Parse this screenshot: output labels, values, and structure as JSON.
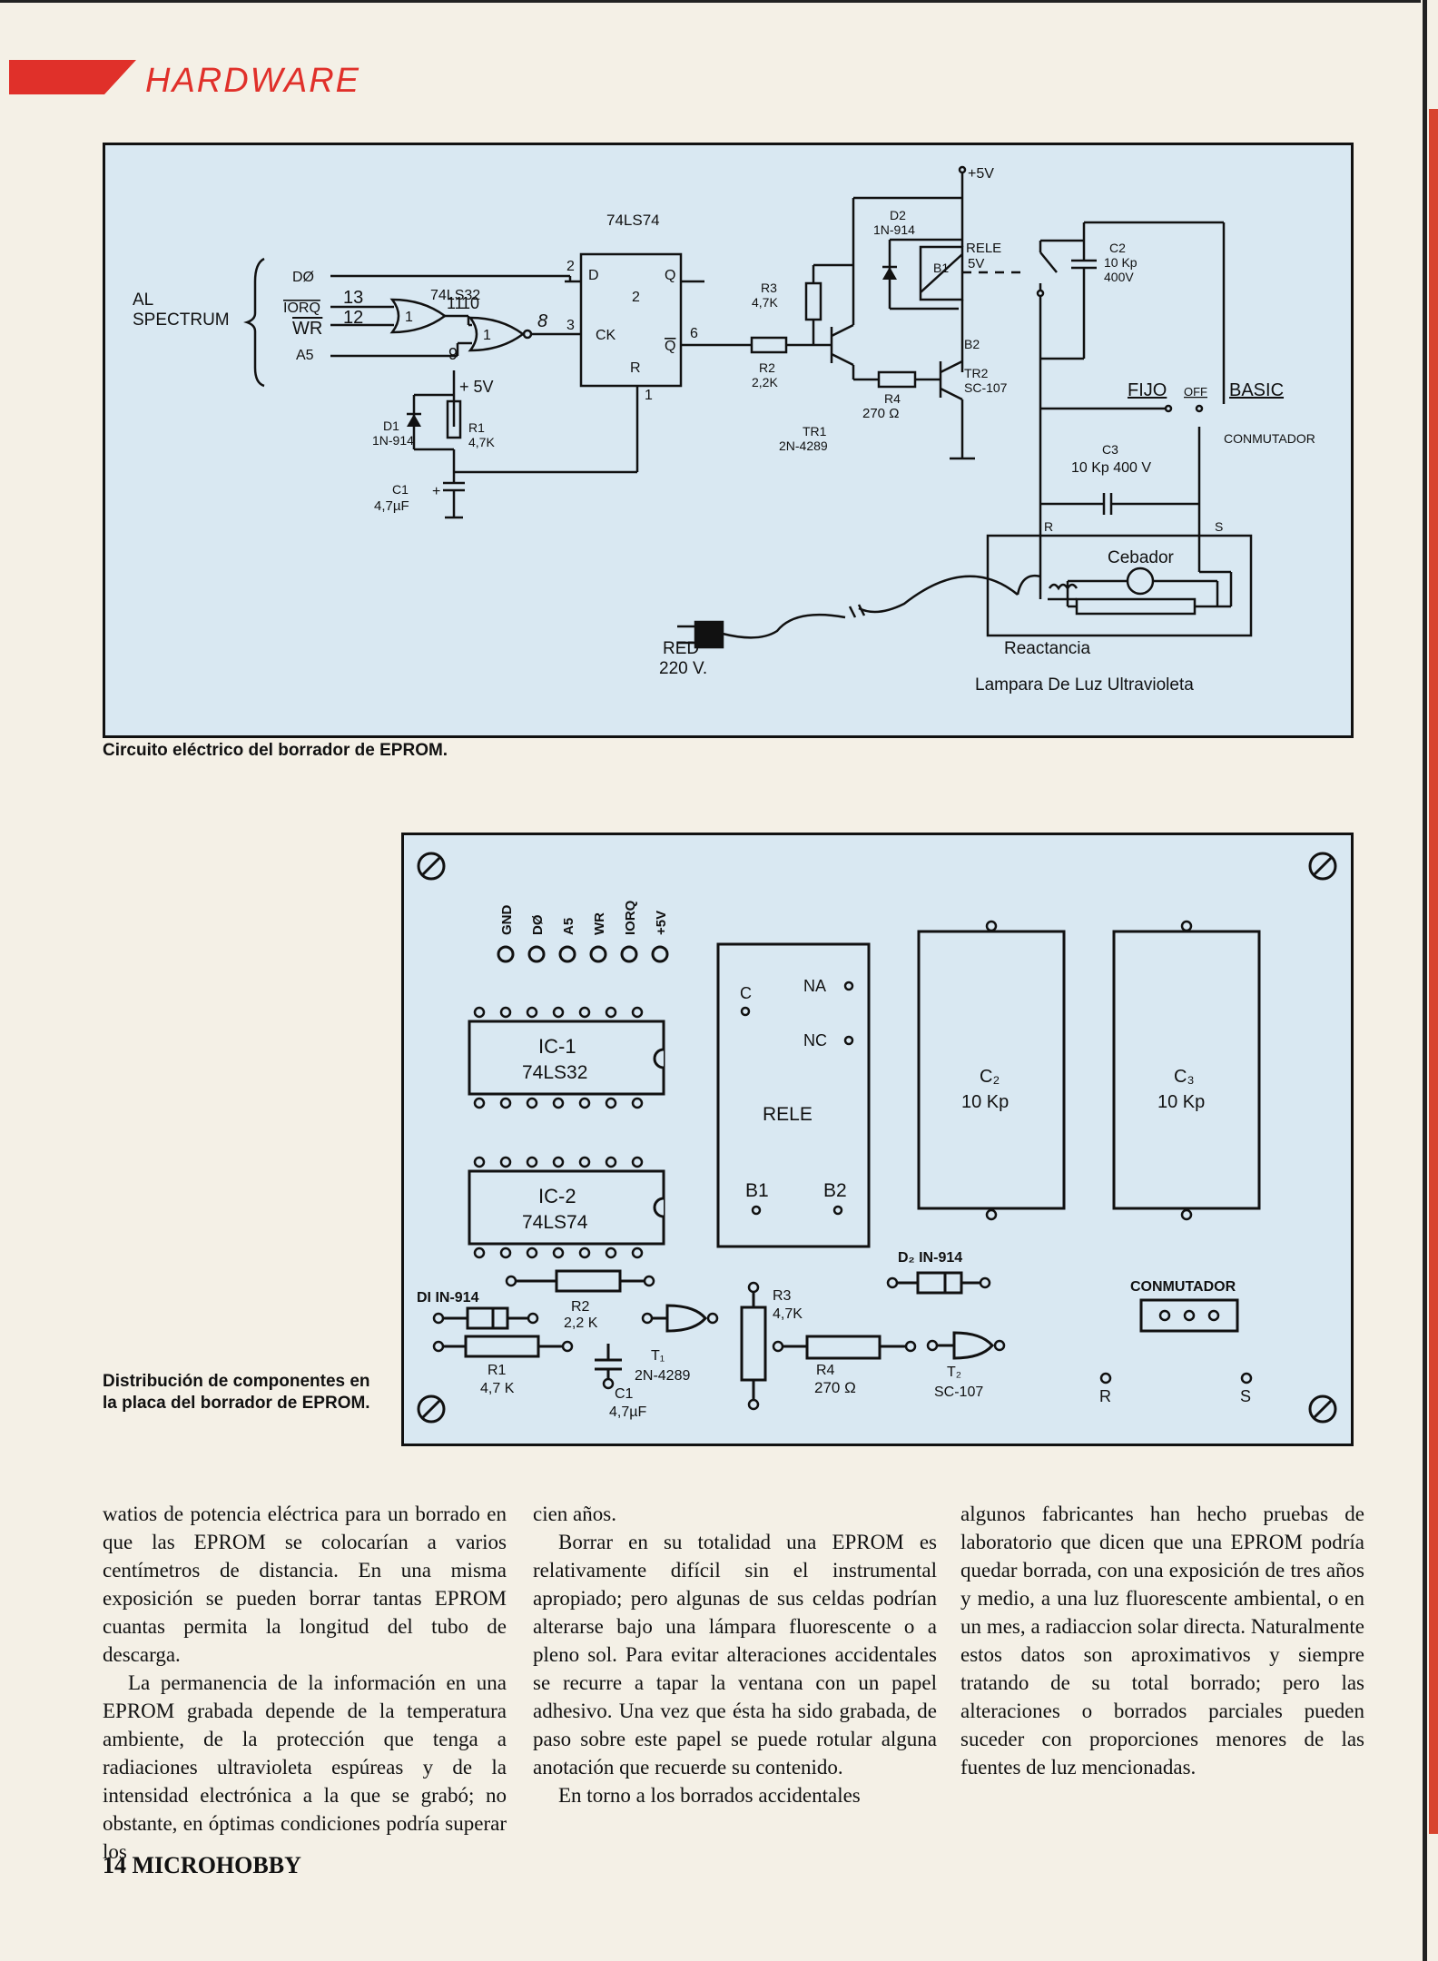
{
  "section_label": "HARDWARE",
  "figure1": {
    "caption": "Circuito eléctrico del borrador de EPROM.",
    "labels": {
      "al": "AL",
      "spectrum": "SPECTRUM",
      "d0": "DØ",
      "iorq": "IORQ",
      "wr": "WR",
      "a5": "A5",
      "pin13": "13",
      "pin12": "12",
      "pin11": "11",
      "pin10": "10",
      "pin9": "9",
      "pin8": "8",
      "gate1": "1",
      "gate2": "1",
      "chip_74ls32": "74LS32",
      "chip_74ls74": "74LS74",
      "ff_d": "D",
      "ff_q": "Q",
      "ff_qn": "Q",
      "ff_ck": "CK",
      "ff_r": "R",
      "ff_2in": "2",
      "ff_2": "2",
      "ff_3": "3",
      "ff_6": "6",
      "ff_1": "1",
      "plus5v_a": "+ 5V",
      "d1": "D1",
      "d1_val": "1N-914",
      "r1": "R1",
      "r1_val": "4,7K",
      "c1": "C1",
      "c1_val": "4,7µF",
      "plus_sign": "+",
      "r3": "R3",
      "r3_val": "4,7K",
      "r2": "R2",
      "r2_val": "2,2K",
      "tr1": "TR1",
      "tr1_val": "2N-4289",
      "r4": "R4",
      "r4_val": "270 Ω",
      "plus5v_b": "+5V",
      "d2": "D2",
      "d2_val": "1N-914",
      "rele": "RELE",
      "rele_v": "5V",
      "b1": "B1",
      "b2": "B2",
      "tr2": "TR2",
      "tr2_val": "SC-107",
      "c2": "C2",
      "c2_val": "10 Kp",
      "c2_v": "400V",
      "fijo": "FIJO",
      "off": "OFF",
      "basic": "BASIC",
      "conmutador": "CONMUTADOR",
      "c3": "C3",
      "c3_val": "10 Kp 400 V",
      "r_term": "R",
      "s_term": "S",
      "cebador": "Cebador",
      "reactancia": "Reactancia",
      "lampara": "Lampara De Luz Ultravioleta",
      "red": "RED",
      "red_v": "220 V."
    }
  },
  "figure2": {
    "caption": "Distribución de componentes en la placa del borrador de EPROM.",
    "labels": {
      "gnd": "GND",
      "d0": "DØ",
      "a5": "A5",
      "wr": "WR",
      "iorq": "IORQ",
      "plus5v": "+5V",
      "ic1": "IC-1",
      "ic1_val": "74LS32",
      "ic2": "IC-2",
      "ic2_val": "74LS74",
      "rele": "RELE",
      "c": "C",
      "na": "NA",
      "nc": "NC",
      "b1": "B1",
      "b2": "B2",
      "c2": "C₂",
      "c2_val": "10 Kp",
      "c3": "C₃",
      "c3_val": "10 Kp",
      "d1": "DI IN-914",
      "r2": "R2",
      "r2_val": "2,2 K",
      "r1": "R1",
      "r1_val": "4,7 K",
      "t1": "T₁",
      "t1_val": "2N-4289",
      "c1": "C1",
      "c1_val": "4,7µF",
      "r3": "R3",
      "r3_val": "4,7K",
      "r4": "R4",
      "r4_val": "270 Ω",
      "d2": "D₂ IN-914",
      "t2": "T₂",
      "t2_val": "SC-107",
      "conmutador": "CONMUTADOR",
      "r": "R",
      "s": "S"
    }
  },
  "columns": [
    [
      "watios de potencia eléctrica para un borrado en que las EPROM se colocarían a varios centímetros de distancia. En una misma exposición se pueden borrar tantas EPROM cuantas permita la longitud del tubo de descarga.",
      "La permanencia de la información en una EPROM grabada depende de la temperatura ambiente, de la protección que tenga a radiaciones ultravioleta espúreas y de la intensidad electrónica a la que se grabó; no obstante, en óptimas condiciones podría superar los"
    ],
    [
      "cien años.",
      "Borrar en su totalidad una EPROM es relativamente difícil sin el instrumental apropiado; pero algunas de sus celdas podrían alterarse bajo una lámpara fluorescente o a pleno sol. Para evitar alteraciones accidentales se recurre a tapar la ventana con un papel adhesivo. Una vez que ésta ha sido grabada, de paso sobre este papel se puede rotular alguna anotación que recuerde su contenido.",
      "En torno a los borrados accidentales"
    ],
    [
      "algunos fabricantes han hecho pruebas de laboratorio que dicen que una EPROM podría quedar borrada, con una exposición de tres años y medio, a una luz fluorescente ambiental, o en un mes, a radiaccion solar directa. Naturalmente estos datos son aproximativos y siempre tratando de su total borrado; pero las alteraciones o borrados parciales pueden suceder con proporciones menores de las fuentes de luz mencionadas."
    ]
  ],
  "footer": "14 MICROHOBBY"
}
